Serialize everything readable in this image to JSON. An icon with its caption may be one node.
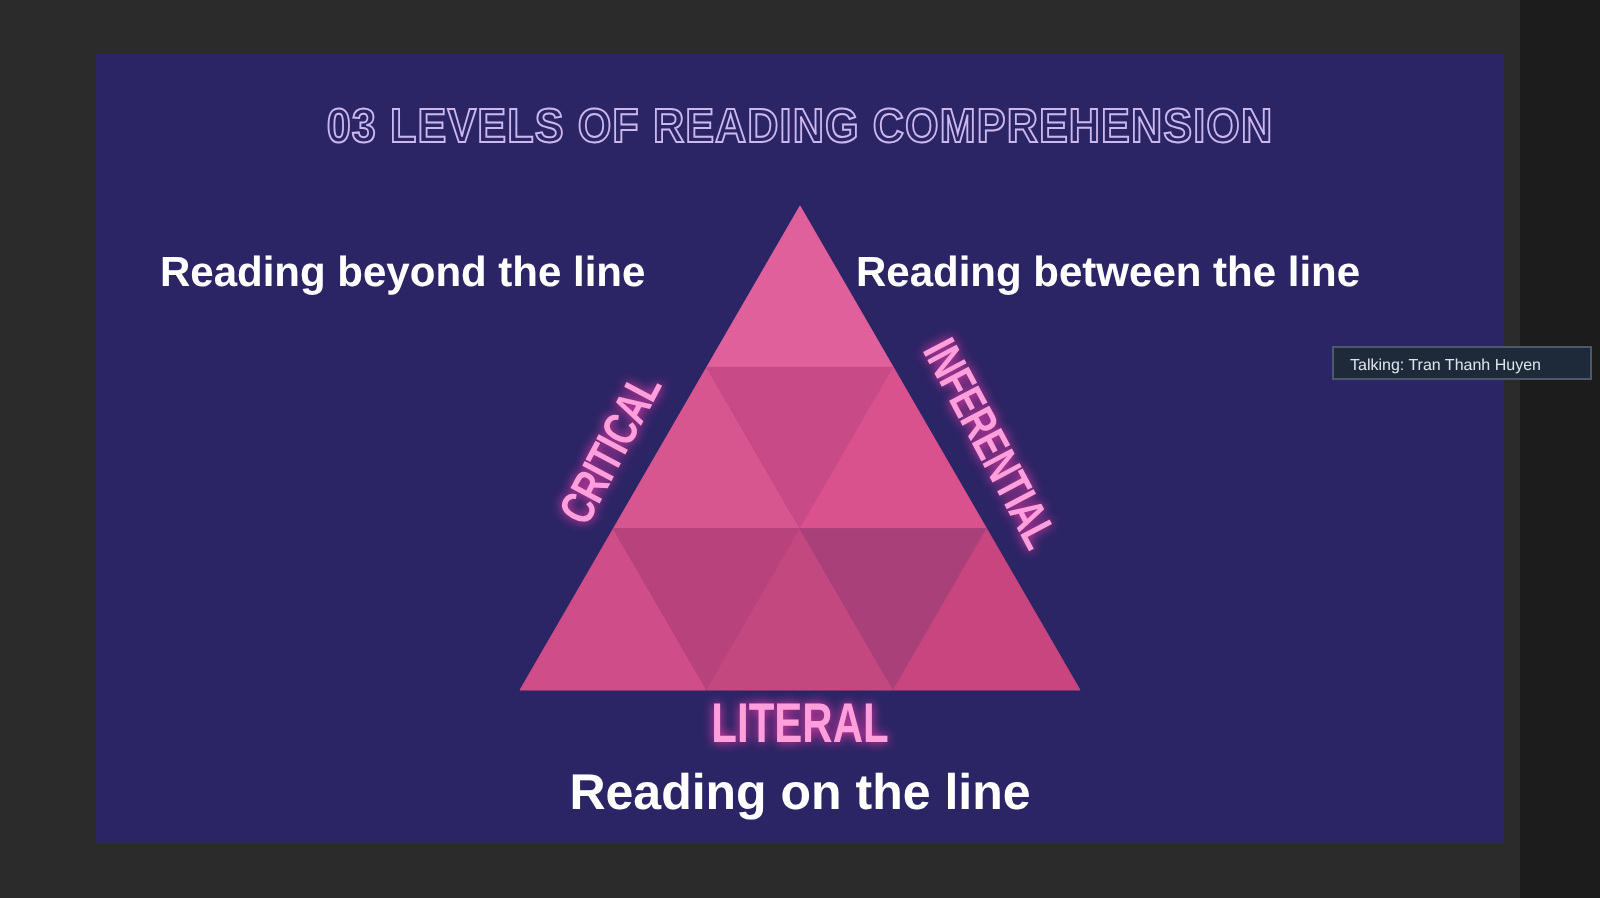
{
  "diagram": {
    "title": "03 LEVELS OF READING COMPREHENSION",
    "labels": [
      "Reading beyond the line",
      "Reading between the line",
      "CRITICAL",
      "INFERENTIAL",
      "LITERAL",
      "Reading on the line",
      "Talking: Tran Thanh Huyen"
    ]
  }
}
